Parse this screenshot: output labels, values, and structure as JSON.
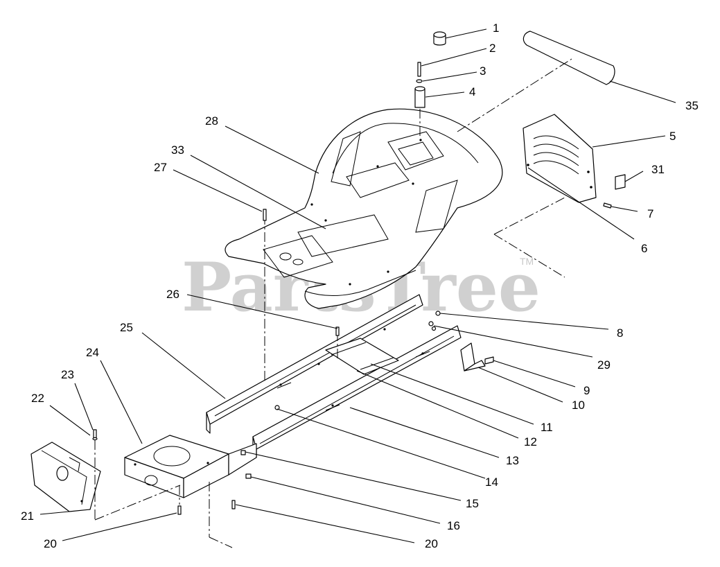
{
  "watermark": {
    "text": "PartsTree",
    "trademark": "TM"
  },
  "callouts": [
    "1",
    "2",
    "3",
    "4",
    "28",
    "33",
    "27",
    "35",
    "5",
    "31",
    "7",
    "6",
    "26",
    "8",
    "29",
    "25",
    "9",
    "10",
    "24",
    "11",
    "23",
    "12",
    "22",
    "13",
    "14",
    "15",
    "21",
    "16",
    "20",
    "20"
  ]
}
